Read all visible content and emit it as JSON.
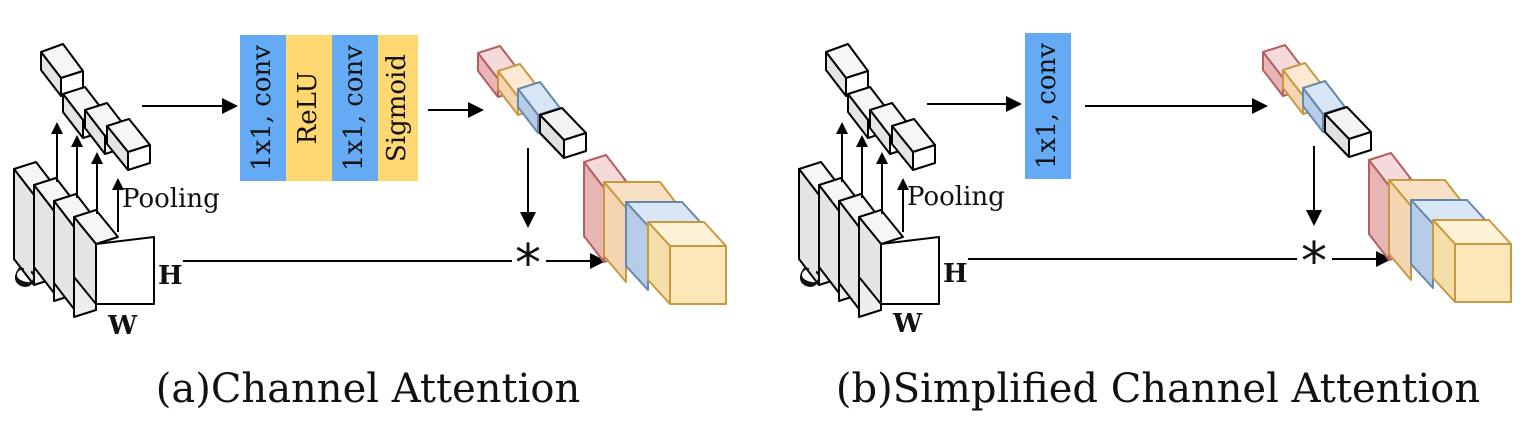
{
  "panel_a": {
    "ops": [
      "1x1, conv",
      "ReLU",
      "1x1, conv",
      "Sigmoid"
    ],
    "pooling_label": "Pooling",
    "dim_c": "C",
    "dim_h": "H",
    "dim_w": "W",
    "multiply_symbol": "*",
    "caption": "(a)Channel Attention"
  },
  "panel_b": {
    "ops": [
      "1x1, conv"
    ],
    "pooling_label": "Pooling",
    "dim_c": "C",
    "dim_h": "H",
    "dim_w": "W",
    "multiply_symbol": "*",
    "caption": "(b)Simplified Channel Attention"
  },
  "colors": {
    "conv_block": "#64aaf5",
    "activation_block": "#ffd872",
    "feature_gray": "#e6e6e6",
    "attn_red": "#e8b5b5",
    "attn_orange": "#f4d5b2",
    "attn_blue": "#b6cde9",
    "attn_yellow": "#fbe6b8"
  }
}
